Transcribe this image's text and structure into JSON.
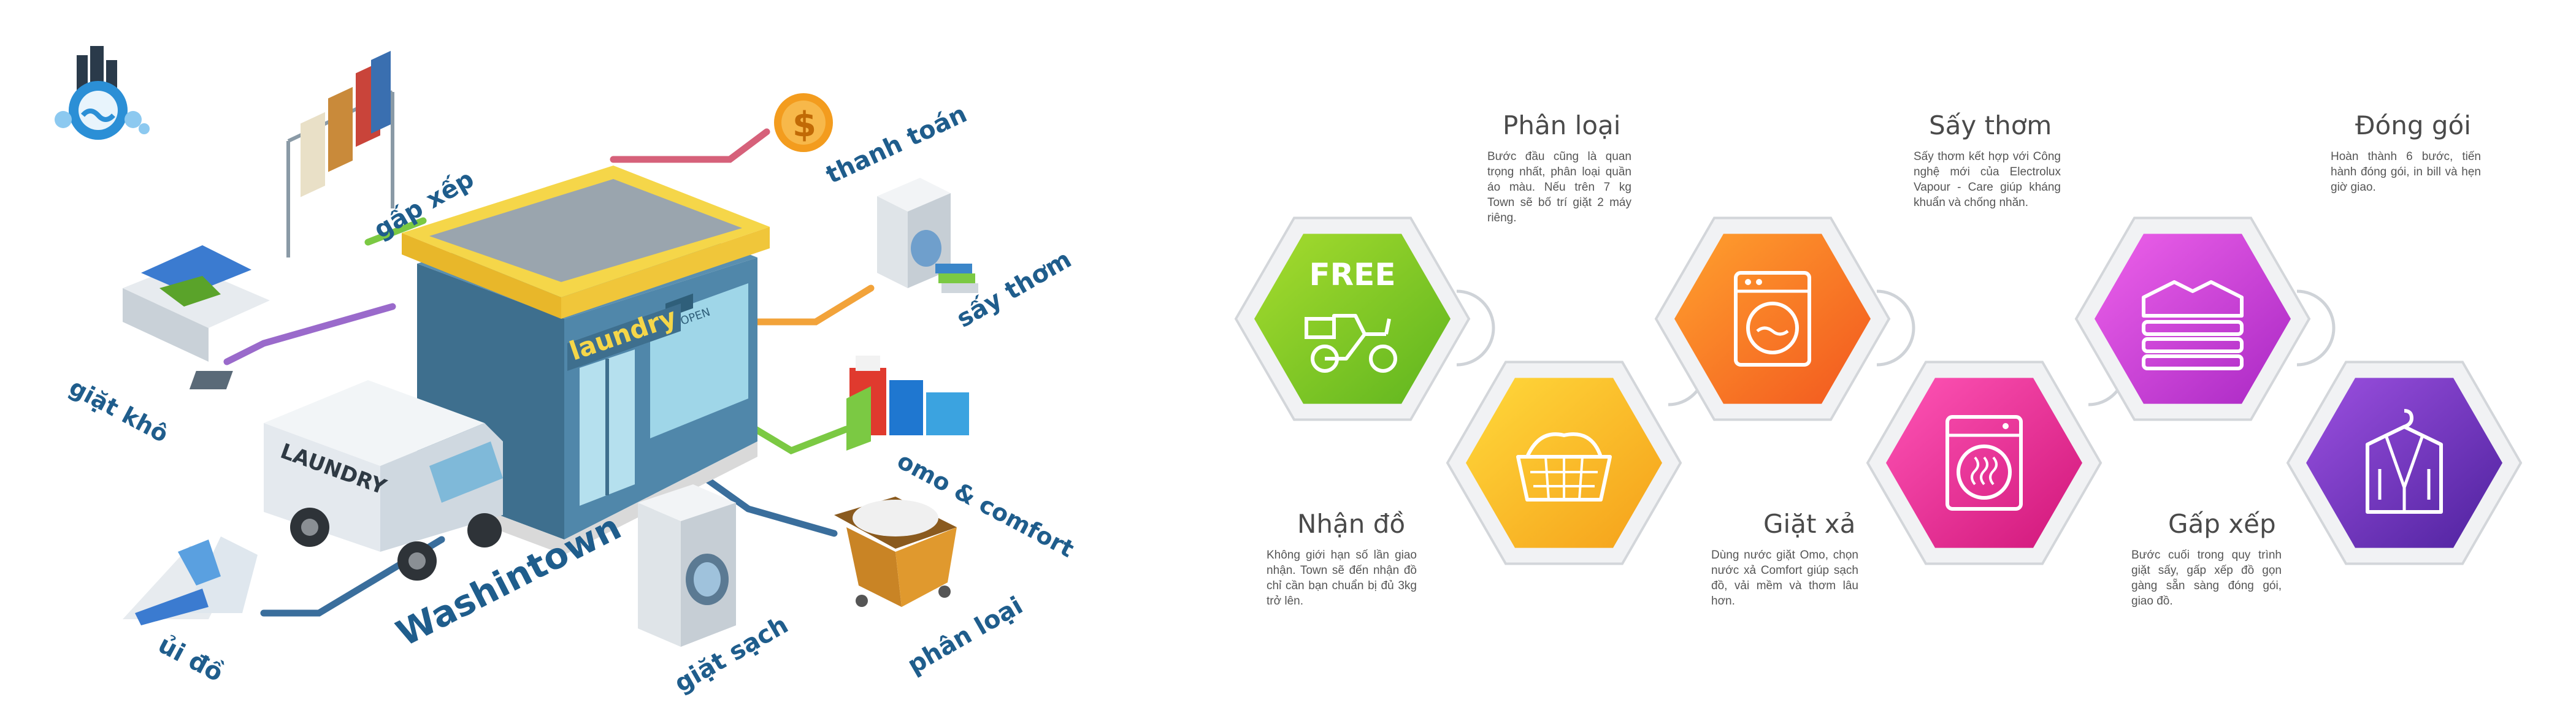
{
  "logo": {
    "name": "washintown-logo"
  },
  "illustration": {
    "shop_sign": "laundry",
    "shop_door_sign": "OPEN",
    "van_text": "LAUNDRY",
    "brand": "Washintown",
    "labels": {
      "gap_xep": "gấp xếp",
      "thanh_toan": "thanh toán",
      "say_thom": "sấy thơm",
      "giat_kho": "giặt khô",
      "omo_comfort": "omo & comfort",
      "phan_loai": "phân loại",
      "giat_sach": "giặt sạch",
      "ui_do": "ủi đồ"
    },
    "colors": {
      "roof": "#f5d649",
      "walls": "#3e6f8e",
      "brand_text": "#1f5d8c",
      "coin": "#f39c1e"
    }
  },
  "steps": [
    {
      "title": "Nhận đồ",
      "desc": "Không giới hạn số lần giao nhận. Town sẽ đến nhận đồ chỉ cần bạn chuẩn bị đủ 3kg trở lên.",
      "icon": "delivery-scooter-icon",
      "badge": "FREE",
      "color_a": "#8fcf2a",
      "color_b": "#5fb51f"
    },
    {
      "title": "Phân loại",
      "desc": "Bước đầu cũng là quan trọng nhất, phân loại quần áo màu. Nếu trên 7 kg Town sẽ bố trí giặt 2 máy riêng.",
      "icon": "laundry-basket-icon",
      "color_a": "#ffd23b",
      "color_b": "#f5a81a"
    },
    {
      "title": "Giặt xả",
      "desc": "Dùng nước giặt Omo, chọn nước xả Comfort giúp sạch đồ, vải mềm và thơm lâu hơn.",
      "icon": "washing-machine-icon",
      "color_a": "#ff9a2e",
      "color_b": "#f26522"
    },
    {
      "title": "Sấy thơm",
      "desc": "Sấy thơm kết hợp với Công nghệ mới của Electrolux Vapour - Care giúp kháng khuẩn và chống nhăn.",
      "icon": "dryer-icon",
      "color_a": "#ff4fb0",
      "color_b": "#d81b7f"
    },
    {
      "title": "Gấp xếp",
      "desc": "Bước cuối trong quy trình giặt sấy, gấp xếp đồ gọn gàng sẵn sàng đóng gói, giao đồ.",
      "icon": "folded-clothes-icon",
      "color_a": "#e85ae6",
      "color_b": "#b52cc8"
    },
    {
      "title": "Đóng gói",
      "desc": "Hoàn thành 6 bước, tiến hành đóng gói, in bill và hẹn giờ giao.",
      "icon": "garment-bag-icon",
      "color_a": "#8a4ad6",
      "color_b": "#5a2aa8"
    }
  ]
}
